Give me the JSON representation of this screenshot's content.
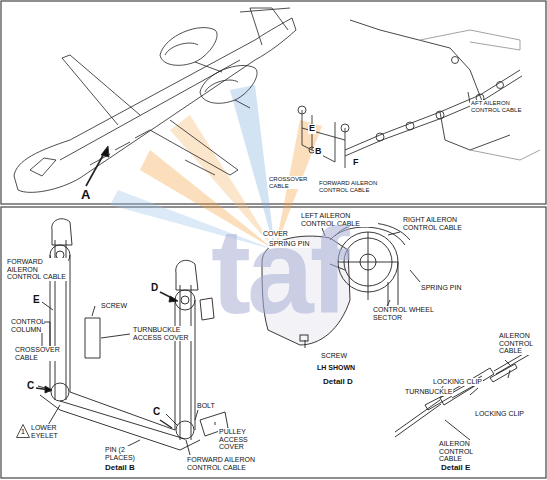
{
  "diagram": {
    "nodes": [
      {
        "text": [
          "1"
        ]
      }
    ],
    "edges": [],
    "labels": [
      "A",
      "E",
      "B",
      "F",
      "CROSSOVER CABLE",
      "FORWARD AILERON CONTROL CABLE",
      "AFT AILERON CONTROL CABLE",
      "FORWARD AILERON CONTROL CABLE",
      "D",
      "E",
      "SCREW",
      "CONTROL COLUMN",
      "TURNBUCKLE ACCESS COVER",
      "CROSSOVER CABLE",
      "C",
      "C",
      "BOLT",
      "LOWER EYELET",
      "PIN (2 PLACES)",
      "PULLEY ACCESS COVER",
      "FORWARD AILERON CONTROL CABLE",
      "Detail B",
      "LEFT AILERON CONTROL CABLE",
      "RIGHT AILERON CONTROL CABLE",
      "COVER",
      "SPRING PIN",
      "SPRING PIN",
      "CONTROL WHEEL SECTOR",
      "SCREW",
      "LH SHOWN",
      "Detail D",
      "AILERON CONTROL CABLE",
      "LOCKING CLIP",
      "TURNBUCKLE",
      "LOCKING CLIP",
      "AILERON CONTROL CABLE",
      "Detail E",
      "taf"
    ]
  }
}
